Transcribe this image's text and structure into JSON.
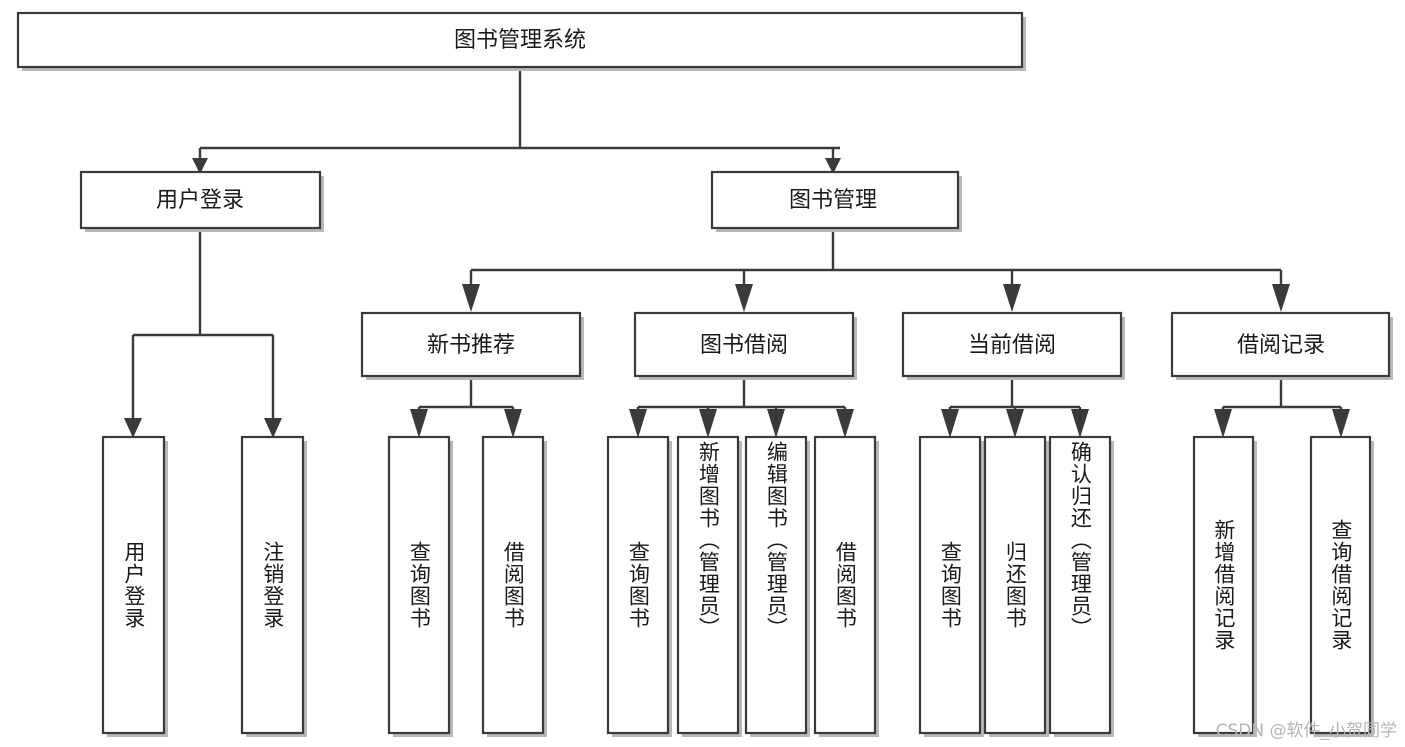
{
  "diagram": {
    "title": "图书管理系统",
    "type": "tree-hierarchy",
    "watermark": "CSDN @软件_小贺同学",
    "colors": {
      "box_stroke": "#3a3a3a",
      "box_fill": "#ffffff",
      "text": "#1a1a1a",
      "watermark": "#b5b5b5",
      "background": "#ffffff"
    },
    "root": {
      "label": "图书管理系统",
      "orientation": "horizontal"
    },
    "level2": [
      {
        "label": "用户登录",
        "orientation": "horizontal"
      },
      {
        "label": "图书管理",
        "orientation": "horizontal"
      }
    ],
    "level3": [
      {
        "label": "新书推荐",
        "orientation": "horizontal"
      },
      {
        "label": "图书借阅",
        "orientation": "horizontal"
      },
      {
        "label": "当前借阅",
        "orientation": "horizontal"
      },
      {
        "label": "借阅记录",
        "orientation": "horizontal"
      }
    ],
    "leaves": {
      "user_login": [
        {
          "label": "用户登录",
          "orientation": "vertical"
        },
        {
          "label": "注销登录",
          "orientation": "vertical"
        }
      ],
      "new_book_recommend": [
        {
          "label": "查询图书",
          "orientation": "vertical"
        },
        {
          "label": "借阅图书",
          "orientation": "vertical"
        }
      ],
      "book_borrow": [
        {
          "label": "查询图书",
          "orientation": "vertical"
        },
        {
          "label": "新增图书（管理员）",
          "orientation": "vertical"
        },
        {
          "label": "编辑图书（管理员）",
          "orientation": "vertical"
        },
        {
          "label": "借阅图书",
          "orientation": "vertical"
        }
      ],
      "current_borrow": [
        {
          "label": "查询图书",
          "orientation": "vertical"
        },
        {
          "label": "归还图书",
          "orientation": "vertical"
        },
        {
          "label": "确认归还（管理员）",
          "orientation": "vertical"
        }
      ],
      "borrow_record": [
        {
          "label": "新增借阅记录",
          "orientation": "vertical"
        },
        {
          "label": "查询借阅记录",
          "orientation": "vertical"
        }
      ]
    }
  }
}
